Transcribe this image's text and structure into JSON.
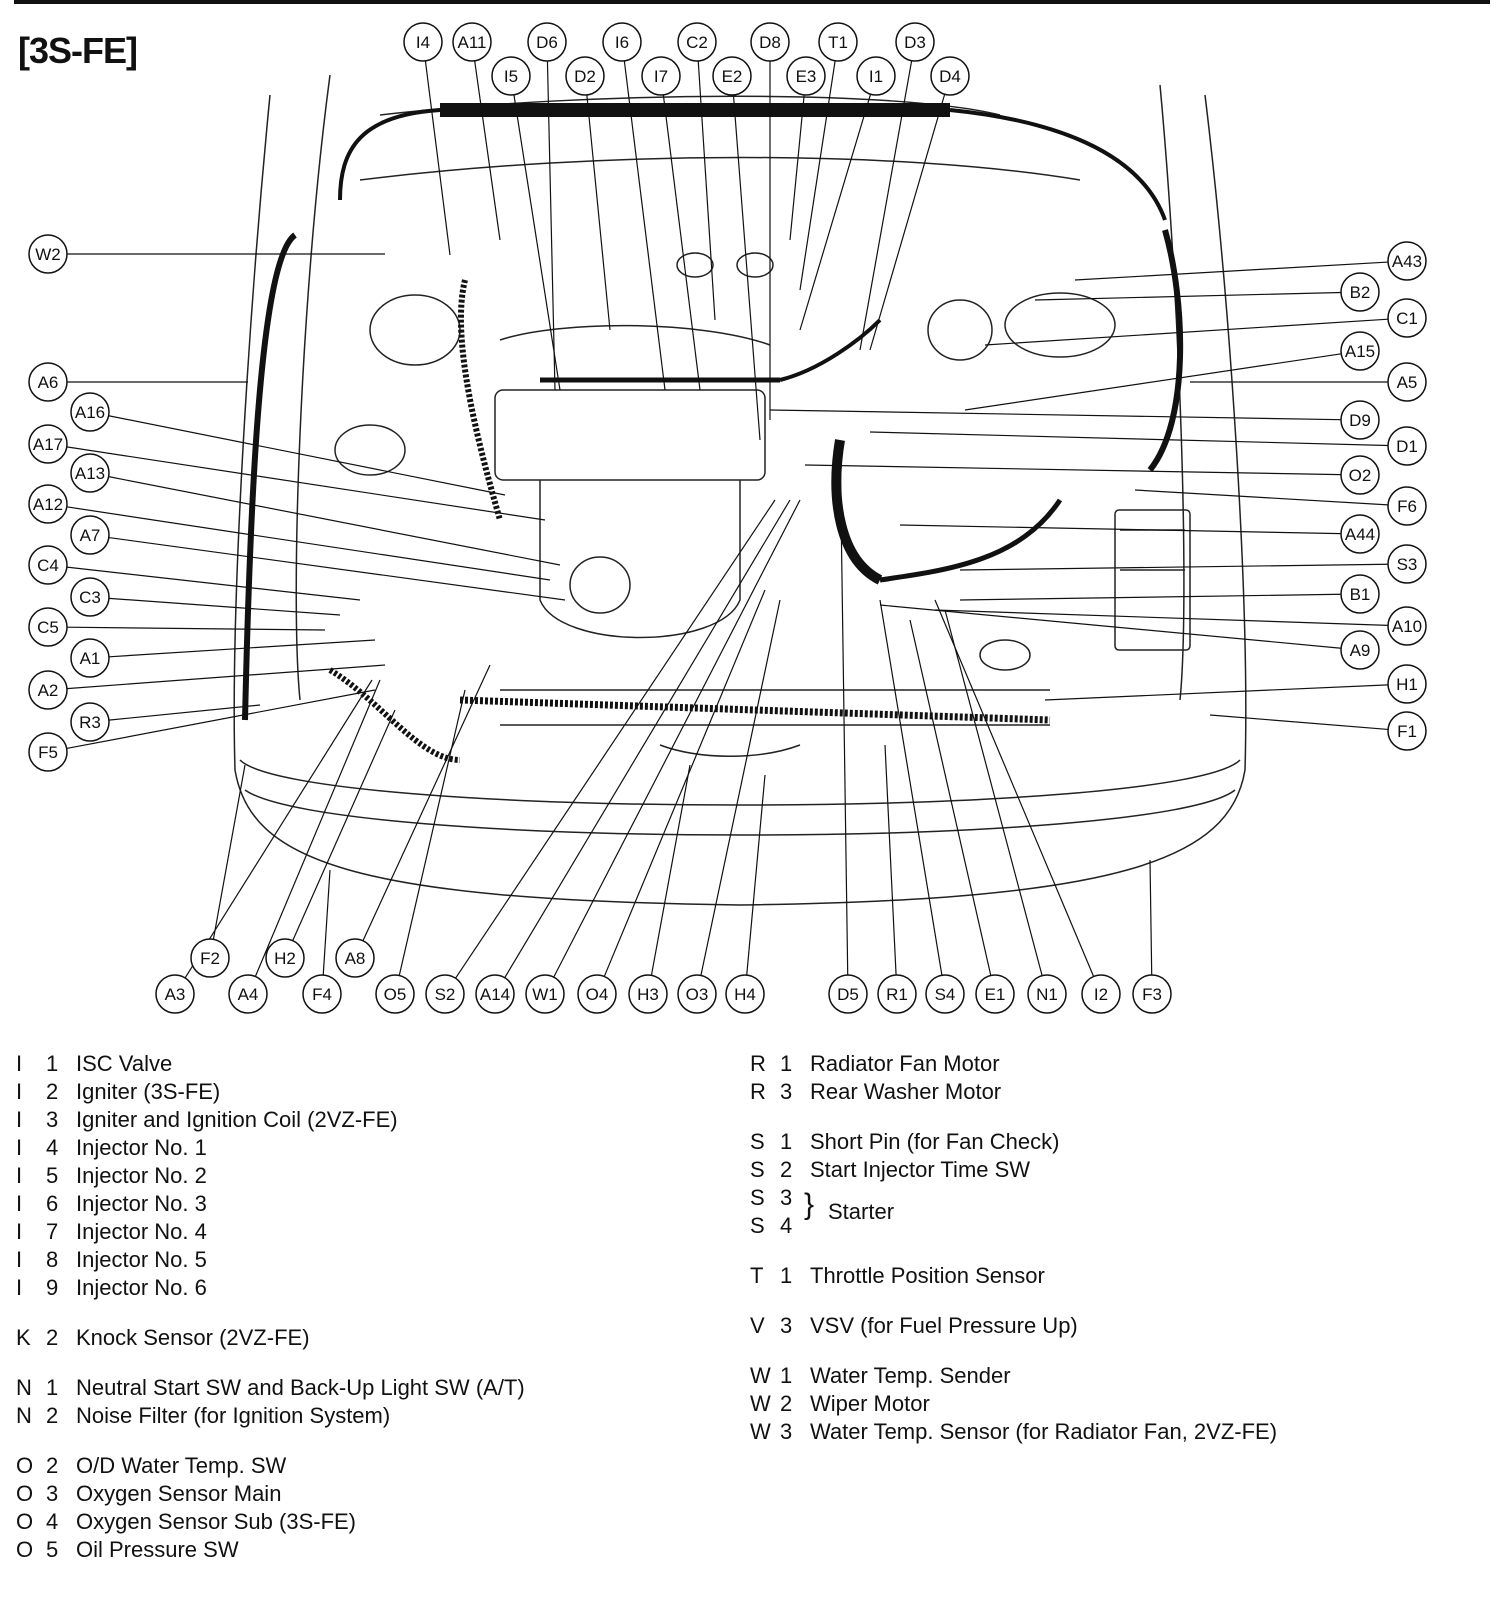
{
  "title": "[3S-FE]",
  "callouts": [
    {
      "id": "I4"
    },
    {
      "id": "A11"
    },
    {
      "id": "D6"
    },
    {
      "id": "I6"
    },
    {
      "id": "C2"
    },
    {
      "id": "D8"
    },
    {
      "id": "T1"
    },
    {
      "id": "D3"
    },
    {
      "id": "I5"
    },
    {
      "id": "D2"
    },
    {
      "id": "I7"
    },
    {
      "id": "E2"
    },
    {
      "id": "E3"
    },
    {
      "id": "I1"
    },
    {
      "id": "D4"
    },
    {
      "id": "W2"
    },
    {
      "id": "A6"
    },
    {
      "id": "A16"
    },
    {
      "id": "A17"
    },
    {
      "id": "A13"
    },
    {
      "id": "A12"
    },
    {
      "id": "A7"
    },
    {
      "id": "C4"
    },
    {
      "id": "C3"
    },
    {
      "id": "C5"
    },
    {
      "id": "A1"
    },
    {
      "id": "A2"
    },
    {
      "id": "R3"
    },
    {
      "id": "F5"
    },
    {
      "id": "A43"
    },
    {
      "id": "B2"
    },
    {
      "id": "C1"
    },
    {
      "id": "A15"
    },
    {
      "id": "A5"
    },
    {
      "id": "D9"
    },
    {
      "id": "D1"
    },
    {
      "id": "O2"
    },
    {
      "id": "F6"
    },
    {
      "id": "A44"
    },
    {
      "id": "S3"
    },
    {
      "id": "B1"
    },
    {
      "id": "A10"
    },
    {
      "id": "A9"
    },
    {
      "id": "H1"
    },
    {
      "id": "F1"
    },
    {
      "id": "F2"
    },
    {
      "id": "H2"
    },
    {
      "id": "A8"
    },
    {
      "id": "A3"
    },
    {
      "id": "A4"
    },
    {
      "id": "F4"
    },
    {
      "id": "O5"
    },
    {
      "id": "S2"
    },
    {
      "id": "A14"
    },
    {
      "id": "W1"
    },
    {
      "id": "O4"
    },
    {
      "id": "H3"
    },
    {
      "id": "O3"
    },
    {
      "id": "H4"
    },
    {
      "id": "D5"
    },
    {
      "id": "R1"
    },
    {
      "id": "S4"
    },
    {
      "id": "E1"
    },
    {
      "id": "N1"
    },
    {
      "id": "I2"
    },
    {
      "id": "F3"
    }
  ],
  "legend_left": [
    {
      "letter": "I",
      "num": "1",
      "text": "ISC Valve"
    },
    {
      "letter": "I",
      "num": "2",
      "text": "Igniter (3S-FE)"
    },
    {
      "letter": "I",
      "num": "3",
      "text": "Igniter and Ignition Coil (2VZ-FE)"
    },
    {
      "letter": "I",
      "num": "4",
      "text": "Injector No. 1"
    },
    {
      "letter": "I",
      "num": "5",
      "text": "Injector No. 2"
    },
    {
      "letter": "I",
      "num": "6",
      "text": "Injector No. 3"
    },
    {
      "letter": "I",
      "num": "7",
      "text": "Injector No. 4"
    },
    {
      "letter": "I",
      "num": "8",
      "text": "Injector No. 5"
    },
    {
      "letter": "I",
      "num": "9",
      "text": "Injector No. 6"
    },
    {
      "letter": "K",
      "num": "2",
      "text": "Knock Sensor (2VZ-FE)"
    },
    {
      "letter": "N",
      "num": "1",
      "text": "Neutral Start SW and Back-Up Light SW (A/T)"
    },
    {
      "letter": "N",
      "num": "2",
      "text": "Noise Filter (for Ignition System)"
    },
    {
      "letter": "O",
      "num": "2",
      "text": "O/D Water Temp. SW"
    },
    {
      "letter": "O",
      "num": "3",
      "text": "Oxygen Sensor Main"
    },
    {
      "letter": "O",
      "num": "4",
      "text": "Oxygen Sensor Sub (3S-FE)"
    },
    {
      "letter": "O",
      "num": "5",
      "text": "Oil Pressure SW"
    }
  ],
  "legend_right": [
    {
      "letter": "R",
      "num": "1",
      "text": "Radiator Fan Motor"
    },
    {
      "letter": "R",
      "num": "3",
      "text": "Rear Washer Motor"
    },
    {
      "letter": "S",
      "num": "1",
      "text": "Short Pin (for Fan Check)"
    },
    {
      "letter": "S",
      "num": "2",
      "text": "Start Injector Time SW"
    },
    {
      "letter": "S",
      "num": "3",
      "text": ""
    },
    {
      "letter": "S",
      "num": "4",
      "text": ""
    },
    {
      "letter": "T",
      "num": "1",
      "text": "Throttle Position Sensor"
    },
    {
      "letter": "V",
      "num": "3",
      "text": "VSV (for Fuel Pressure Up)"
    },
    {
      "letter": "W",
      "num": "1",
      "text": "Water Temp. Sender"
    },
    {
      "letter": "W",
      "num": "2",
      "text": "Wiper Motor"
    },
    {
      "letter": "W",
      "num": "3",
      "text": "Water Temp. Sensor (for Radiator Fan, 2VZ-FE)"
    }
  ],
  "starter_label": "Starter"
}
